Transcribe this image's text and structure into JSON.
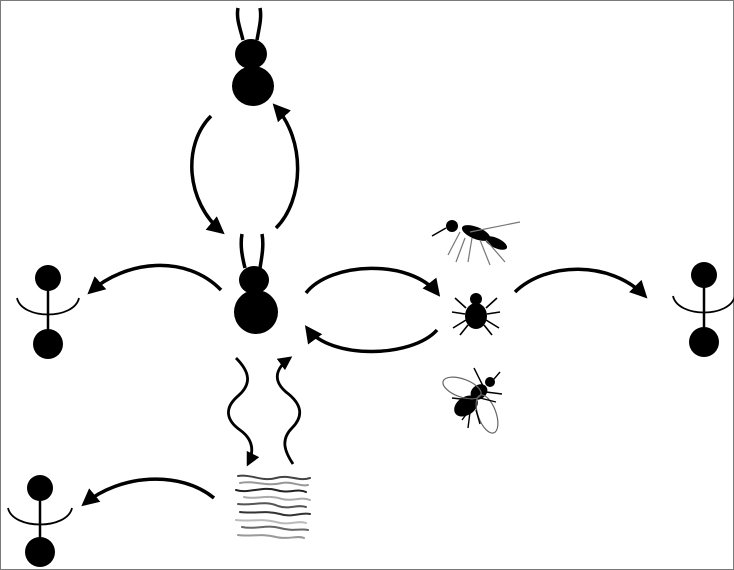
{
  "diagram": {
    "kind": "transmission-cycle",
    "colors": {
      "ink": "#000000",
      "outline": "#7a7a7a",
      "background": "#ffffff"
    },
    "nodes": [
      {
        "id": "host-top",
        "icon": "spider-host-icon"
      },
      {
        "id": "host-center",
        "icon": "spider-host-icon"
      },
      {
        "id": "vector-mosquito",
        "icon": "mosquito-icon"
      },
      {
        "id": "vector-tick",
        "icon": "tick-icon"
      },
      {
        "id": "vector-fly",
        "icon": "fly-icon"
      },
      {
        "id": "environmental-stage",
        "icon": "nematode-worms-icon"
      },
      {
        "id": "human-left",
        "icon": "human-symbol-icon"
      },
      {
        "id": "human-bottom-left",
        "icon": "human-symbol-icon"
      },
      {
        "id": "human-right",
        "icon": "human-symbol-icon"
      }
    ],
    "edges": [
      {
        "from": "host-center",
        "to": "host-top",
        "style": "curved"
      },
      {
        "from": "host-top",
        "to": "host-center",
        "style": "curved"
      },
      {
        "from": "host-center",
        "to": "human-left",
        "style": "curved"
      },
      {
        "from": "host-center",
        "to": "vector-tick",
        "style": "curved"
      },
      {
        "from": "vector-tick",
        "to": "host-center",
        "style": "curved"
      },
      {
        "from": "vector-tick",
        "to": "human-right",
        "style": "curved"
      },
      {
        "from": "host-center",
        "to": "environmental-stage",
        "style": "wavy"
      },
      {
        "from": "environmental-stage",
        "to": "host-center",
        "style": "wavy"
      },
      {
        "from": "environmental-stage",
        "to": "human-bottom-left",
        "style": "curved"
      }
    ]
  }
}
